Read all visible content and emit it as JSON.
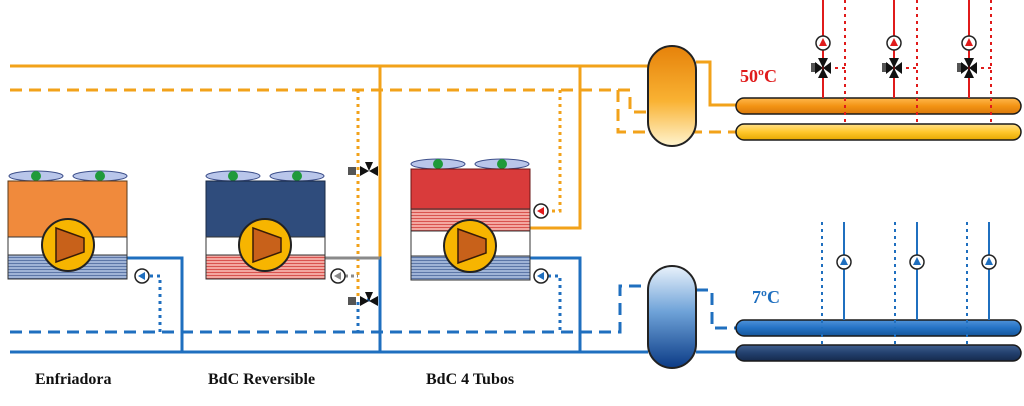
{
  "units": [
    {
      "label": "Enfriadora",
      "body_color": "#f08a3c",
      "type": "cooling"
    },
    {
      "label": "BdC Reversible",
      "body_color": "#2f4c7c",
      "type": "reversible"
    },
    {
      "label": "BdC 4 Tubos",
      "body_color": "#d93b3b",
      "type": "four-pipe"
    }
  ],
  "hot_circuit": {
    "temperature": "50ºC",
    "color": "#f2a21a",
    "label_color": "#e01b1b"
  },
  "cold_circuit": {
    "temperature": "7ºC",
    "color": "#1f6fbf",
    "label_color": "#1f6fbf"
  },
  "icons": [
    "fan-icon",
    "compressor-icon",
    "pump-icon",
    "three-way-valve-icon",
    "buffer-tank-icon",
    "manifold-icon"
  ]
}
